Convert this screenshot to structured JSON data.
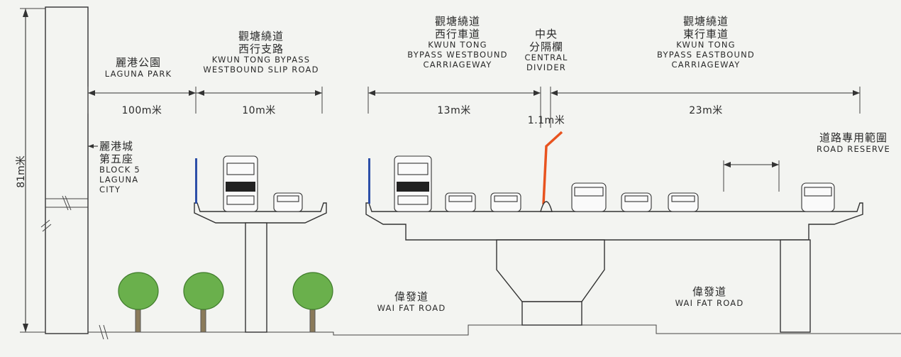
{
  "labels": {
    "laguna_park_zh": "麗港公園",
    "laguna_park_en": "LAGUNA PARK",
    "slip_road_zh_1": "觀塘繞道",
    "slip_road_zh_2": "西行支路",
    "slip_road_en_1": "KWUN TONG BYPASS",
    "slip_road_en_2": "WESTBOUND SLIP ROAD",
    "westbound_zh_1": "觀塘繞道",
    "westbound_zh_2": "西行車道",
    "westbound_en_1": "KWUN TONG",
    "westbound_en_2": "BYPASS WESTBOUND",
    "westbound_en_3": "CARRIAGEWAY",
    "divider_zh_1": "中央",
    "divider_zh_2": "分隔欄",
    "divider_en_1": "CENTRAL",
    "divider_en_2": "DIVIDER",
    "eastbound_zh_1": "觀塘繞道",
    "eastbound_zh_2": "東行車道",
    "eastbound_en_1": "KWUN TONG",
    "eastbound_en_2": "BYPASS EASTBOUND",
    "eastbound_en_3": "CARRIAGEWAY",
    "road_reserve_zh": "道路專用範圍",
    "road_reserve_en": "ROAD RESERVE",
    "block5_zh_1": "麗港城",
    "block5_zh_2": "第五座",
    "block5_en_1": "BLOCK 5",
    "block5_en_2": "LAGUNA",
    "block5_en_3": "CITY",
    "wai_fat_zh_left": "偉發道",
    "wai_fat_en_left": "WAI FAT ROAD",
    "wai_fat_zh_right": "偉發道",
    "wai_fat_en_right": "WAI FAT ROAD"
  },
  "dimensions": {
    "park_width": "100m米",
    "slip_road_width": "10m米",
    "westbound_width": "13m米",
    "divider_width": "1.1m米",
    "eastbound_width": "23m米",
    "building_height": "81m米"
  },
  "colors": {
    "noise_barrier": "#2d4fa8",
    "central_divider": "#e8531f",
    "tree": "#6ab04c",
    "background": "#f3f4f1"
  }
}
